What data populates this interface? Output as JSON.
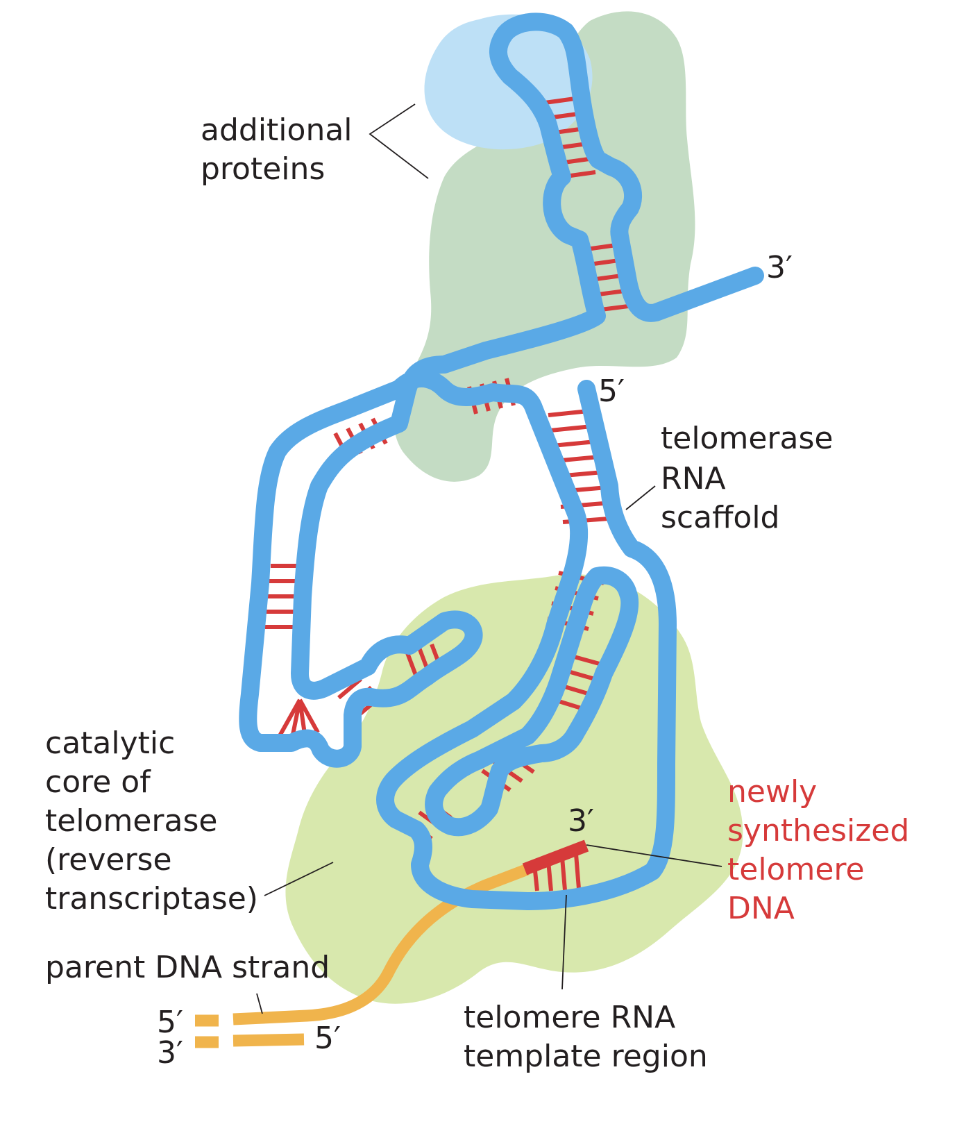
{
  "labels": {
    "additional_proteins": [
      "additional",
      "proteins"
    ],
    "rna_3prime": "3′",
    "rna_5prime": "5′",
    "telomerase_rna_scaffold": [
      "telomerase",
      "RNA",
      "scaffold"
    ],
    "catalytic_core": [
      "catalytic",
      "core of",
      "telomerase",
      "(reverse",
      "transcriptase)"
    ],
    "newly_synthesized": [
      "newly",
      "synthesized",
      "telomere",
      "DNA"
    ],
    "new_dna_3prime": "3′",
    "parent_dna_strand": "parent DNA strand",
    "parent_5prime_left": "5′",
    "parent_3prime_left": "3′",
    "parent_5prime_right": "5′",
    "template_region": [
      "telomere RNA",
      "template region"
    ]
  },
  "colors": {
    "rna": "#5aa9e6",
    "base_pairs": "#d63a3a",
    "protein_light_blue": "#bde0f6",
    "protein_green": "#c4dcc4",
    "catalytic_core": "#d8e8ad",
    "dna": "#f0b44c",
    "text": "#231f20",
    "highlight_text": "#d63a3a"
  }
}
